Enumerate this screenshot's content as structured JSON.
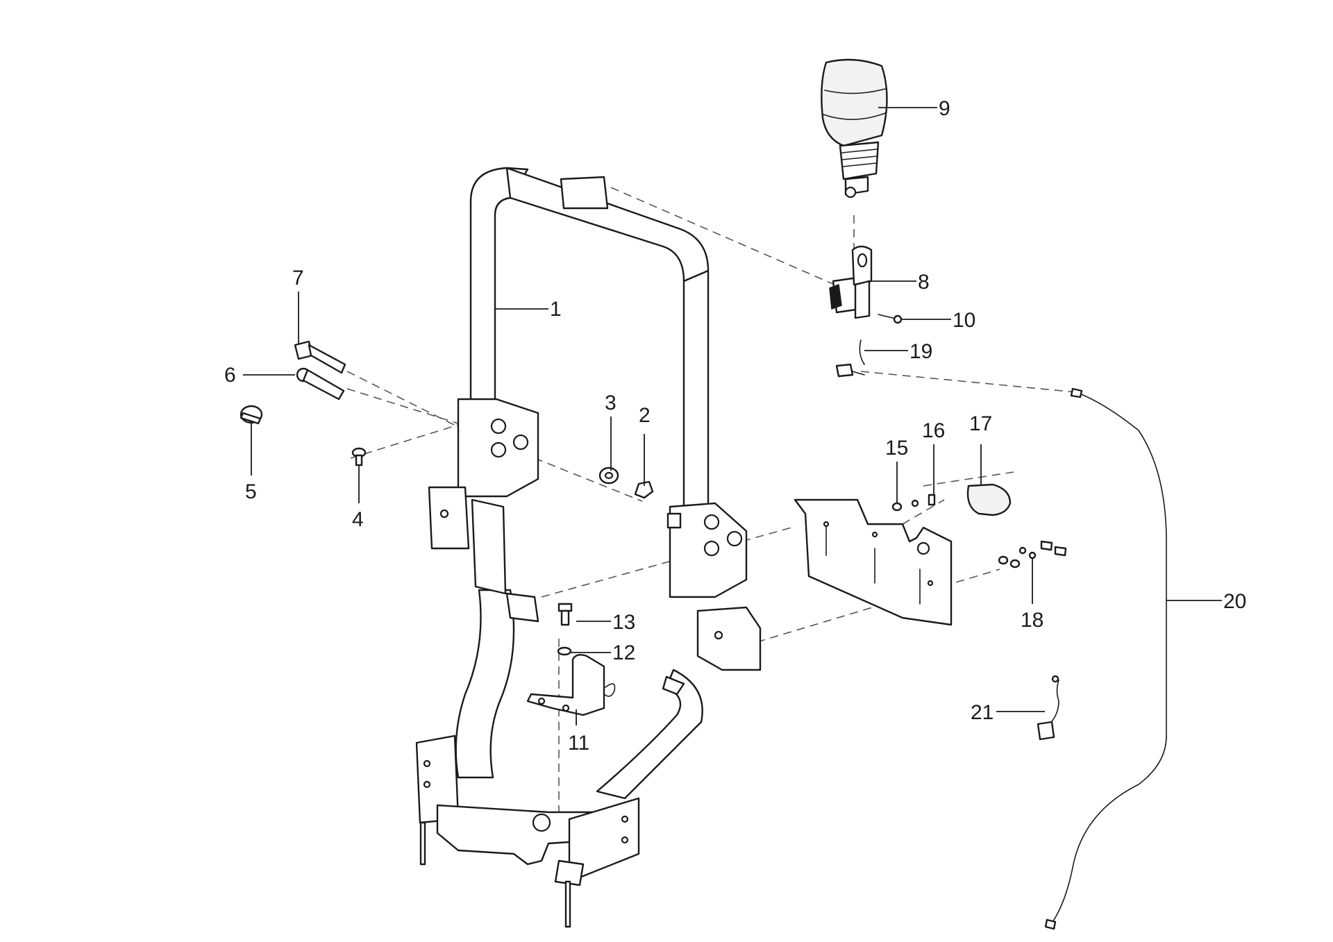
{
  "callouts": [
    {
      "id": "1",
      "label": "1"
    },
    {
      "id": "2",
      "label": "2"
    },
    {
      "id": "3",
      "label": "3"
    },
    {
      "id": "4",
      "label": "4"
    },
    {
      "id": "5",
      "label": "5"
    },
    {
      "id": "6",
      "label": "6"
    },
    {
      "id": "7",
      "label": "7"
    },
    {
      "id": "8",
      "label": "8"
    },
    {
      "id": "9",
      "label": "9"
    },
    {
      "id": "10",
      "label": "10"
    },
    {
      "id": "11",
      "label": "11"
    },
    {
      "id": "12",
      "label": "12"
    },
    {
      "id": "13",
      "label": "13"
    },
    {
      "id": "15",
      "label": "15"
    },
    {
      "id": "16",
      "label": "16"
    },
    {
      "id": "17",
      "label": "17"
    },
    {
      "id": "18",
      "label": "18"
    },
    {
      "id": "19",
      "label": "19"
    },
    {
      "id": "20",
      "label": "20"
    },
    {
      "id": "21",
      "label": "21"
    }
  ],
  "colors": {
    "line": "#1a1a1a",
    "background": "#ffffff"
  }
}
